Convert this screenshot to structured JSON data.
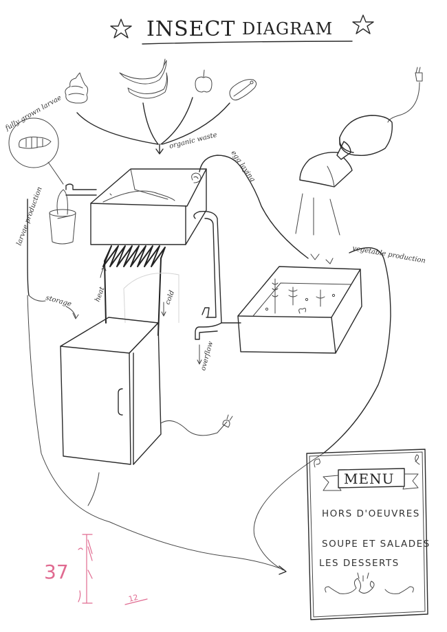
{
  "title": {
    "word1": "INSECT",
    "word2": "DIAGRAM"
  },
  "labels": {
    "fully_grown_larvae": "fully grown larvae",
    "larvae_production": "larvae production",
    "organic_waste": "organic waste",
    "egg_laying": "egg laying",
    "vegetable_production": "vegetable production",
    "storage": "storage",
    "heat": "heat",
    "cold": "cold",
    "overflow": "overflow"
  },
  "food_items": [
    "cream-swirl",
    "bananas",
    "apple",
    "bean"
  ],
  "menu": {
    "title": "MENU",
    "items": [
      "HORS D'OEUVRES",
      "SOUPE ET SALADES",
      "LES DESSERTS"
    ]
  },
  "annotations": {
    "page_number": "37",
    "side_mark": "12",
    "ink_color": "#2a2a2a",
    "annotation_color": "#e06a90"
  }
}
